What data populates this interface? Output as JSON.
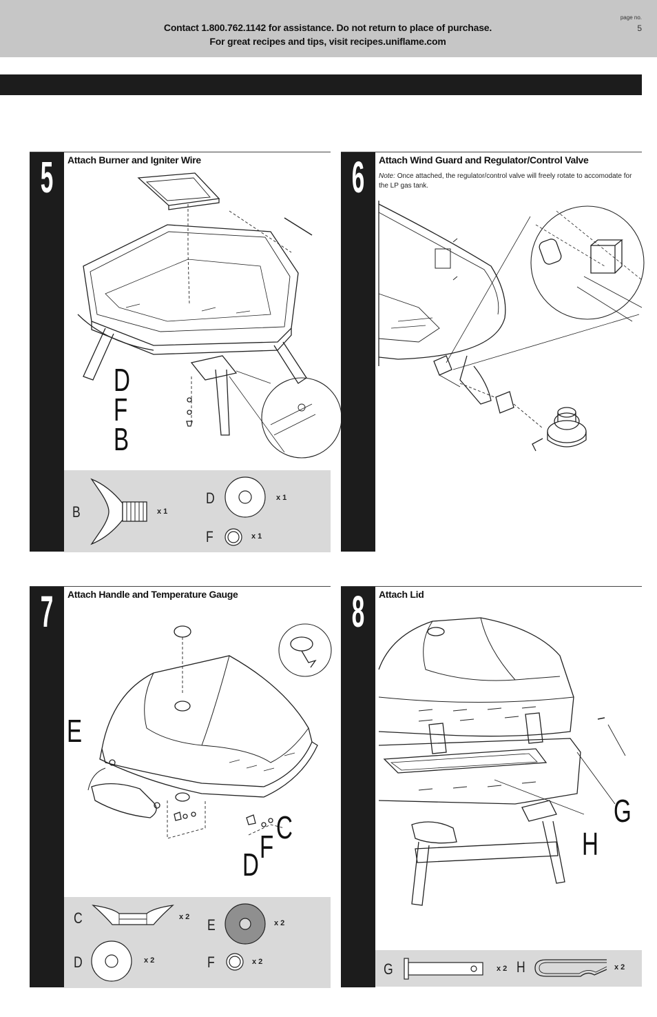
{
  "header": {
    "line1": "Contact 1.800.762.1142 for assistance. Do not return to place of purchase.",
    "line2": "For great recipes and tips, visit recipes.uniflame.com",
    "page_label": "page no.",
    "page_number": "5"
  },
  "steps": [
    {
      "number": "5",
      "title": "Attach Burner and Igniter Wire",
      "callouts": [
        "D",
        "F",
        "B"
      ],
      "parts": [
        {
          "letter": "B",
          "qty": "x 1"
        },
        {
          "letter": "D",
          "qty": "x 1"
        },
        {
          "letter": "F",
          "qty": "x 1"
        }
      ]
    },
    {
      "number": "6",
      "title": "Attach Wind Guard and Regulator/Control Valve",
      "note_label": "Note:",
      "note_text": "Once attached, the regulator/control valve will freely rotate to accomodate for the LP gas tank."
    },
    {
      "number": "7",
      "title": "Attach Handle and Temperature Gauge",
      "callouts": [
        "E",
        "C",
        "F",
        "D"
      ],
      "parts": [
        {
          "letter": "C",
          "qty": "x 2"
        },
        {
          "letter": "E",
          "qty": "x 2"
        },
        {
          "letter": "D",
          "qty": "x 2"
        },
        {
          "letter": "F",
          "qty": "x 2"
        }
      ]
    },
    {
      "number": "8",
      "title": "Attach Lid",
      "callouts": [
        "G",
        "H"
      ],
      "parts": [
        {
          "letter": "G",
          "qty": "x 2"
        },
        {
          "letter": "H",
          "qty": "x 2"
        }
      ]
    }
  ],
  "icons": [
    "grill-burner-diagram",
    "regulator-valve-diagram",
    "grill-lid-handle-diagram",
    "grill-lid-attach-diagram",
    "wing-nut-icon",
    "washer-icon",
    "lock-washer-icon",
    "handle-bracket-icon",
    "hinge-pin-icon",
    "hairpin-clip-icon"
  ]
}
